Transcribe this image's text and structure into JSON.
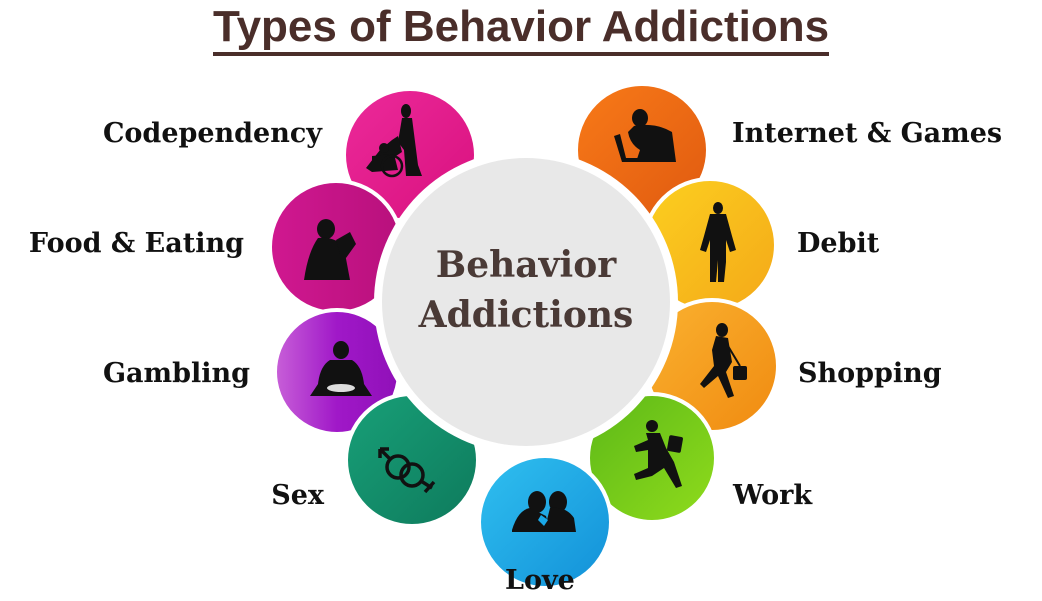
{
  "title": "Types of Behavior Addictions",
  "center": {
    "line1": "Behavior",
    "line2": "Addictions",
    "fill": "#e8e8e8"
  },
  "items": [
    {
      "label": "Codependency",
      "icon": "wheelchair-caregiver-icon",
      "color": "#e0158a"
    },
    {
      "label": "Food & Eating",
      "icon": "person-eating-icon",
      "color": "#c8148a"
    },
    {
      "label": "Gambling",
      "icon": "person-gambling-icon",
      "color": "#a020c8"
    },
    {
      "label": "Sex",
      "icon": "gender-symbols-icon",
      "color": "#138a6a"
    },
    {
      "label": "Love",
      "icon": "couple-kissing-icon",
      "color": "#1aa8e8"
    },
    {
      "label": "Work",
      "icon": "running-businessman-icon",
      "color": "#7ccc1a"
    },
    {
      "label": "Shopping",
      "icon": "woman-shopping-bag-icon",
      "color": "#f8a018"
    },
    {
      "label": "Debit",
      "icon": "empty-pockets-man-icon",
      "color": "#f8c018"
    },
    {
      "label": "Internet & Games",
      "icon": "person-at-laptop-icon",
      "color": "#f06a10"
    }
  ]
}
